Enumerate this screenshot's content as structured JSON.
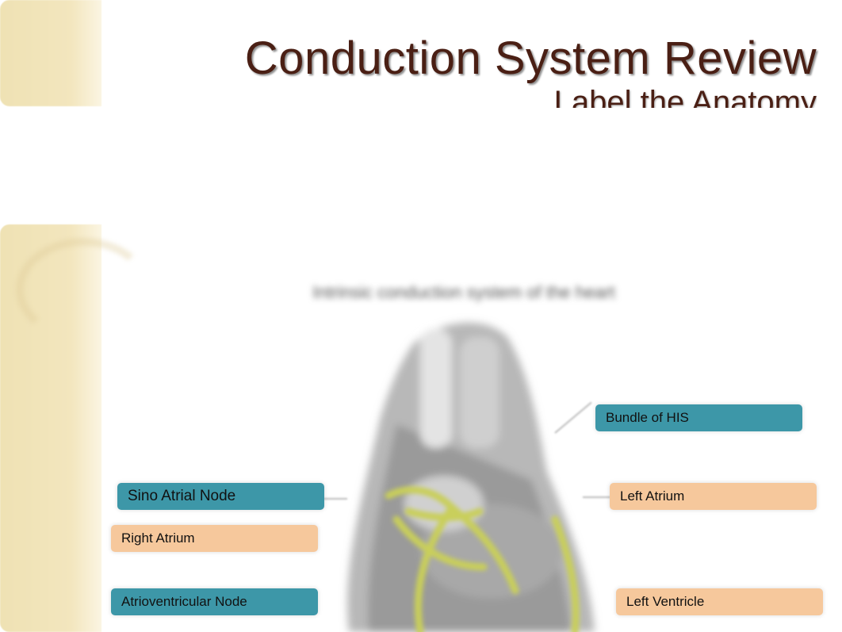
{
  "slide": {
    "title": "Conduction System Review",
    "subtitle": "Label the Anatomy",
    "figure_caption": "Intrinsic conduction system of the heart"
  },
  "labels": {
    "bundle_of_his": "Bundle of HIS",
    "sino_atrial_node": "Sino Atrial Node",
    "right_atrium": "Right Atrium",
    "left_atrium": "Left Atrium",
    "atrioventricular_node": "Atrioventricular Node",
    "left_ventricle": "Left Ventricle"
  },
  "colors": {
    "title": "#4a1f14",
    "node_label": "#3d97a8",
    "chamber_label": "#f6c89c",
    "conduction_fibers": "#c9cf5a",
    "side_strip": "#efe2b4"
  }
}
